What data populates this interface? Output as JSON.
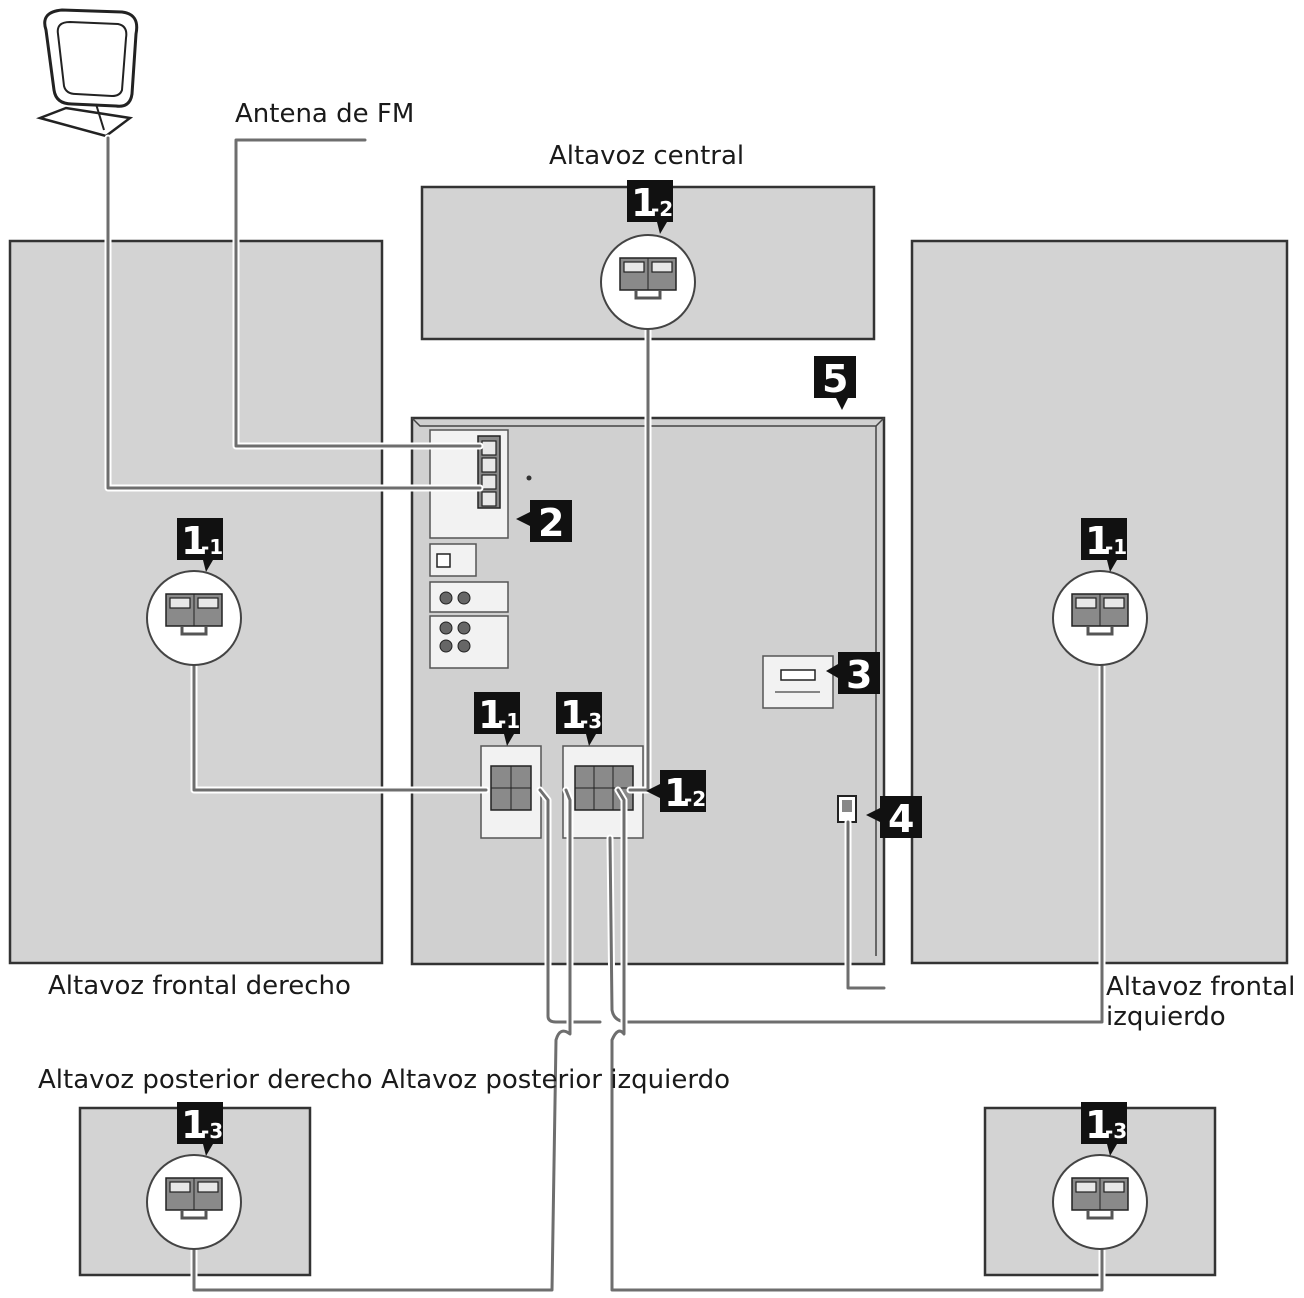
{
  "labels": {
    "fm_antenna": "Antena de FM",
    "center_speaker": "Altavoz central",
    "front_right": "Altavoz frontal derecho",
    "front_left_line1": "Altavoz frontal",
    "front_left_line2": "izquierdo",
    "rear_right": "Altavoz posterior derecho",
    "rear_left": "Altavoz posterior izquierdo"
  },
  "badges": {
    "b1_2_top": {
      "main": "1",
      "sub": "-2"
    },
    "b1_1_left": {
      "main": "1",
      "sub": "-1"
    },
    "b1_1_right": {
      "main": "1",
      "sub": "-1"
    },
    "b1_1_unit": {
      "main": "1",
      "sub": "-1"
    },
    "b1_3_unit": {
      "main": "1",
      "sub": "-3"
    },
    "b1_2_unit": {
      "main": "1",
      "sub": "-2"
    },
    "b1_3_rear_left": {
      "main": "1",
      "sub": "-3"
    },
    "b1_3_rear_right": {
      "main": "1",
      "sub": "-3"
    },
    "b2": {
      "main": "2",
      "sub": ""
    },
    "b3": {
      "main": "3",
      "sub": ""
    },
    "b4": {
      "main": "4",
      "sub": ""
    },
    "b5": {
      "main": "5",
      "sub": ""
    }
  }
}
